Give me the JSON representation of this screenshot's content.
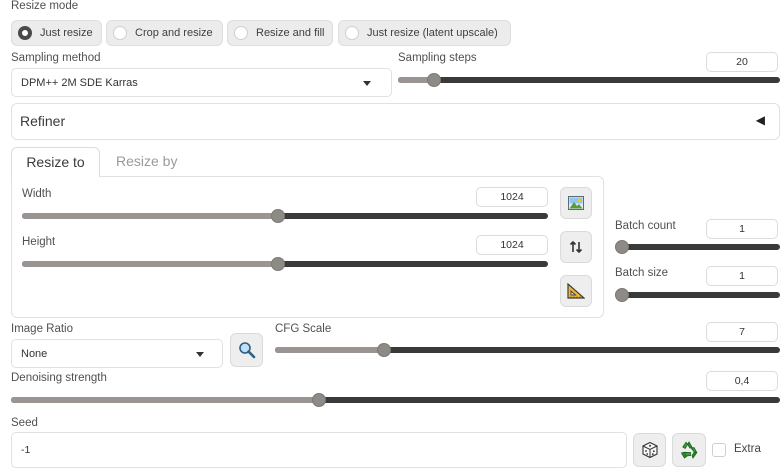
{
  "resize_mode": {
    "label": "Resize mode",
    "options": [
      "Just resize",
      "Crop and resize",
      "Resize and fill",
      "Just resize (latent upscale)"
    ],
    "selected": "Just resize"
  },
  "sampling_method": {
    "label": "Sampling method",
    "value": "DPM++ 2M SDE Karras"
  },
  "sampling_steps": {
    "label": "Sampling steps",
    "value": "20",
    "fraction": 0.095
  },
  "refiner": {
    "label": "Refiner",
    "arrow": "◀"
  },
  "tabs": [
    {
      "label": "Resize to",
      "active": true
    },
    {
      "label": "Resize by",
      "active": false
    }
  ],
  "width": {
    "label": "Width",
    "value": "1024",
    "fraction": 0.486
  },
  "height": {
    "label": "Height",
    "value": "1024",
    "fraction": 0.486
  },
  "batch_count": {
    "label": "Batch count",
    "value": "1",
    "fraction": 0.0
  },
  "batch_size": {
    "label": "Batch size",
    "value": "1",
    "fraction": 0.0
  },
  "image_ratio": {
    "label": "Image Ratio",
    "value": "None"
  },
  "cfg_scale": {
    "label": "CFG Scale",
    "value": "7",
    "fraction": 0.215
  },
  "denoising_strength": {
    "label": "Denoising strength",
    "value": "0,4",
    "fraction": 0.4
  },
  "seed": {
    "label": "Seed",
    "value": "-1"
  },
  "extra": {
    "label": "Extra",
    "checked": false
  },
  "icons": {
    "image_size": "image-icon",
    "swap": "swap-arrows-icon",
    "ratio": "set-square-icon",
    "search": "magnifier-icon",
    "random": "dice-icon",
    "reuse": "recycle-icon"
  }
}
